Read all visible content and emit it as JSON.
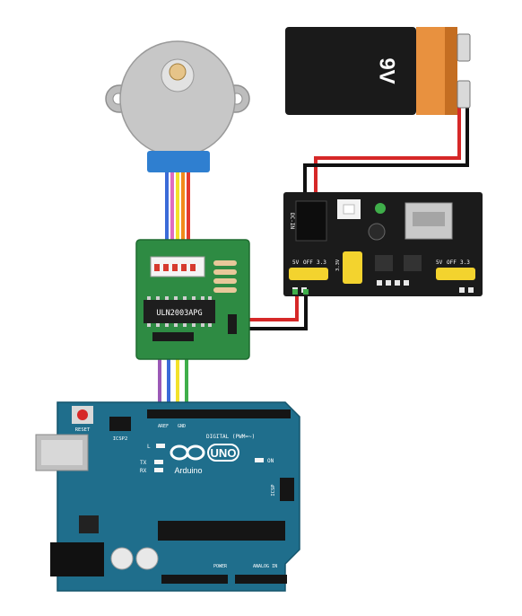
{
  "battery": {
    "label": "9V",
    "colors": {
      "body": "#1a1a1a",
      "band": "#e8913f",
      "terminal": "#d9d9d9"
    }
  },
  "stepper_motor": {
    "wire_colors": [
      "#3b6bd8",
      "#e06cc0",
      "#f3e22b",
      "#f28a1a",
      "#e43a2e"
    ]
  },
  "driver_board": {
    "chip_label": "ULN2003APG",
    "colors": {
      "pcb": "#2e8b43",
      "connector": "#f4f4f4",
      "chip": "#1e1e1e"
    }
  },
  "power_module": {
    "silk": {
      "dc_in": "DC-IN",
      "left_5v": "5V",
      "left_off": "OFF",
      "left_33": "3.3",
      "right_5v": "5V",
      "right_off": "OFF",
      "right_33": "3.3",
      "v33": "3.3V",
      "v5": "5V"
    },
    "colors": {
      "pcb": "#1b1b1b",
      "jumper": "#f3d32e"
    }
  },
  "arduino": {
    "logo": "UNO",
    "brand": "Arduino",
    "reset_label": "RESET",
    "icsp2_label": "ICSP2",
    "digital_label": "DIGITAL (PWM=~)",
    "aref_label": "AREF",
    "gnd_label": "GND",
    "led_l": "L",
    "led_tx": "TX",
    "led_rx": "RX",
    "on_label": "ON",
    "icsp_label": "ICSP",
    "power_label": "POWER",
    "analog_label": "ANALOG IN",
    "colors": {
      "pcb": "#1f6e8c",
      "silk": "#ffffff"
    }
  },
  "connection_wires": [
    "#9b59b6",
    "#3b6bd8",
    "#f3e22b",
    "#3fae4a"
  ],
  "power_wires": {
    "positive": "#d62828",
    "negative": "#111111"
  }
}
